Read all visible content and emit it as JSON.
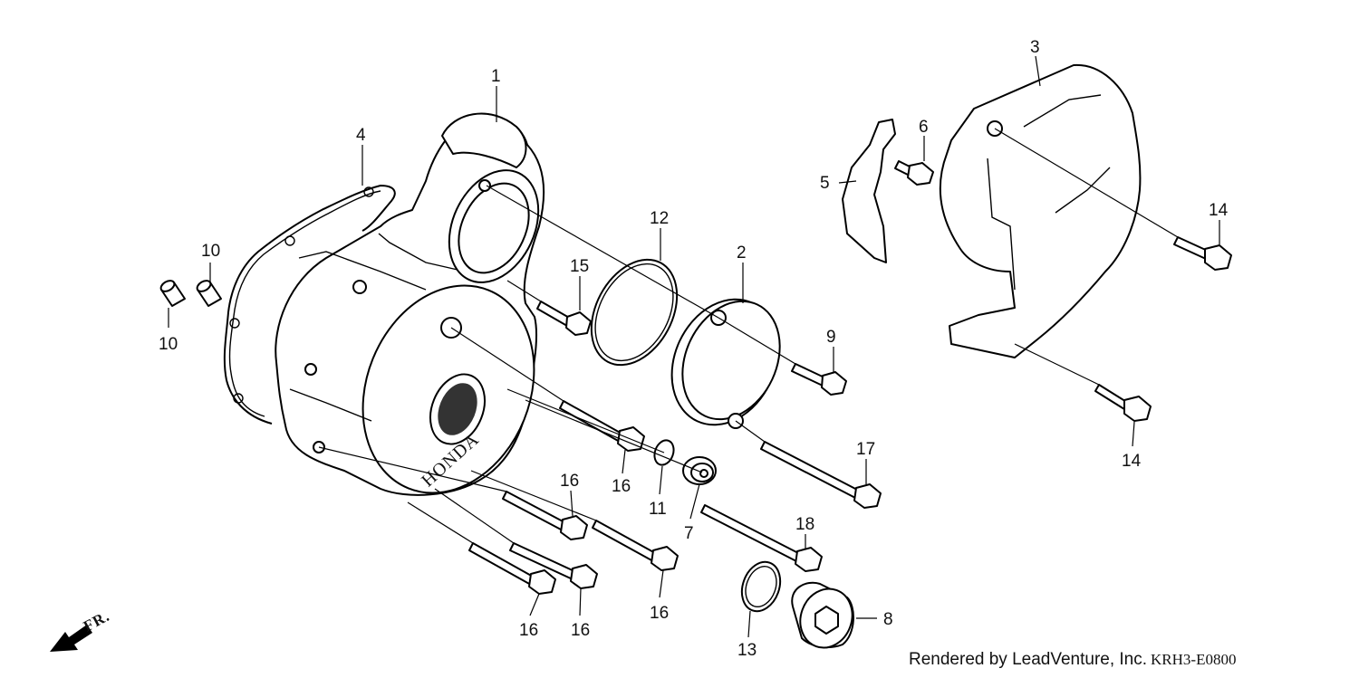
{
  "diagram": {
    "brand_text": "HONDA",
    "direction_label": "FR.",
    "callouts": [
      {
        "id": "c1",
        "text": "1"
      },
      {
        "id": "c2",
        "text": "2"
      },
      {
        "id": "c3",
        "text": "3"
      },
      {
        "id": "c4",
        "text": "4"
      },
      {
        "id": "c5",
        "text": "5"
      },
      {
        "id": "c6",
        "text": "6"
      },
      {
        "id": "c7",
        "text": "7"
      },
      {
        "id": "c8",
        "text": "8"
      },
      {
        "id": "c9",
        "text": "9"
      },
      {
        "id": "c10a",
        "text": "10"
      },
      {
        "id": "c10b",
        "text": "10"
      },
      {
        "id": "c11",
        "text": "11"
      },
      {
        "id": "c12",
        "text": "12"
      },
      {
        "id": "c13",
        "text": "13"
      },
      {
        "id": "c14a",
        "text": "14"
      },
      {
        "id": "c14b",
        "text": "14"
      },
      {
        "id": "c15",
        "text": "15"
      },
      {
        "id": "c16a",
        "text": "16"
      },
      {
        "id": "c16b",
        "text": "16"
      },
      {
        "id": "c16c",
        "text": "16"
      },
      {
        "id": "c16d",
        "text": "16"
      },
      {
        "id": "c16e",
        "text": "16"
      },
      {
        "id": "c17",
        "text": "17"
      },
      {
        "id": "c18",
        "text": "18"
      }
    ]
  },
  "footer": {
    "credit": "Rendered by LeadVenture, Inc.",
    "code": "KRH3-E0800"
  }
}
